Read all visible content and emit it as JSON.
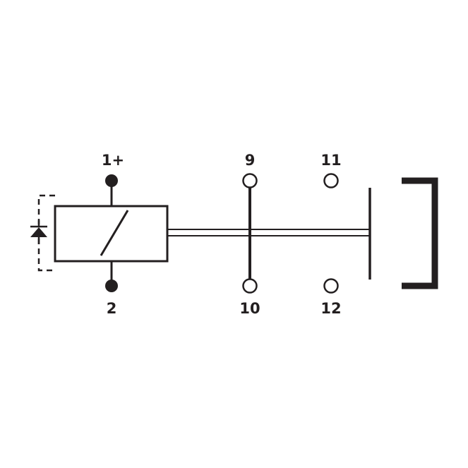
{
  "colors": {
    "stroke": "#231f20",
    "background": "#ffffff"
  },
  "pins": {
    "p1": "1+",
    "p2": "2",
    "p9": "9",
    "p10": "10",
    "p11": "11",
    "p12": "12"
  }
}
